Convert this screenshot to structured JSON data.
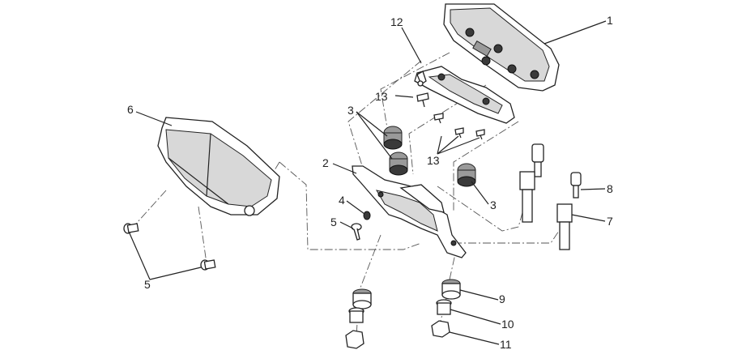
{
  "callouts": [
    {
      "id": "c1",
      "text": "1"
    },
    {
      "id": "c2",
      "text": "2"
    },
    {
      "id": "c3a",
      "text": "3"
    },
    {
      "id": "c3b",
      "text": "3"
    },
    {
      "id": "c4",
      "text": "4"
    },
    {
      "id": "c5a",
      "text": "5"
    },
    {
      "id": "c5b",
      "text": "5"
    },
    {
      "id": "c6",
      "text": "6"
    },
    {
      "id": "c7",
      "text": "7"
    },
    {
      "id": "c8",
      "text": "8"
    },
    {
      "id": "c9",
      "text": "9"
    },
    {
      "id": "c10",
      "text": "10"
    },
    {
      "id": "c11",
      "text": "11"
    },
    {
      "id": "c12",
      "text": "12"
    },
    {
      "id": "c13a",
      "text": "13"
    },
    {
      "id": "c13b",
      "text": "13"
    }
  ]
}
